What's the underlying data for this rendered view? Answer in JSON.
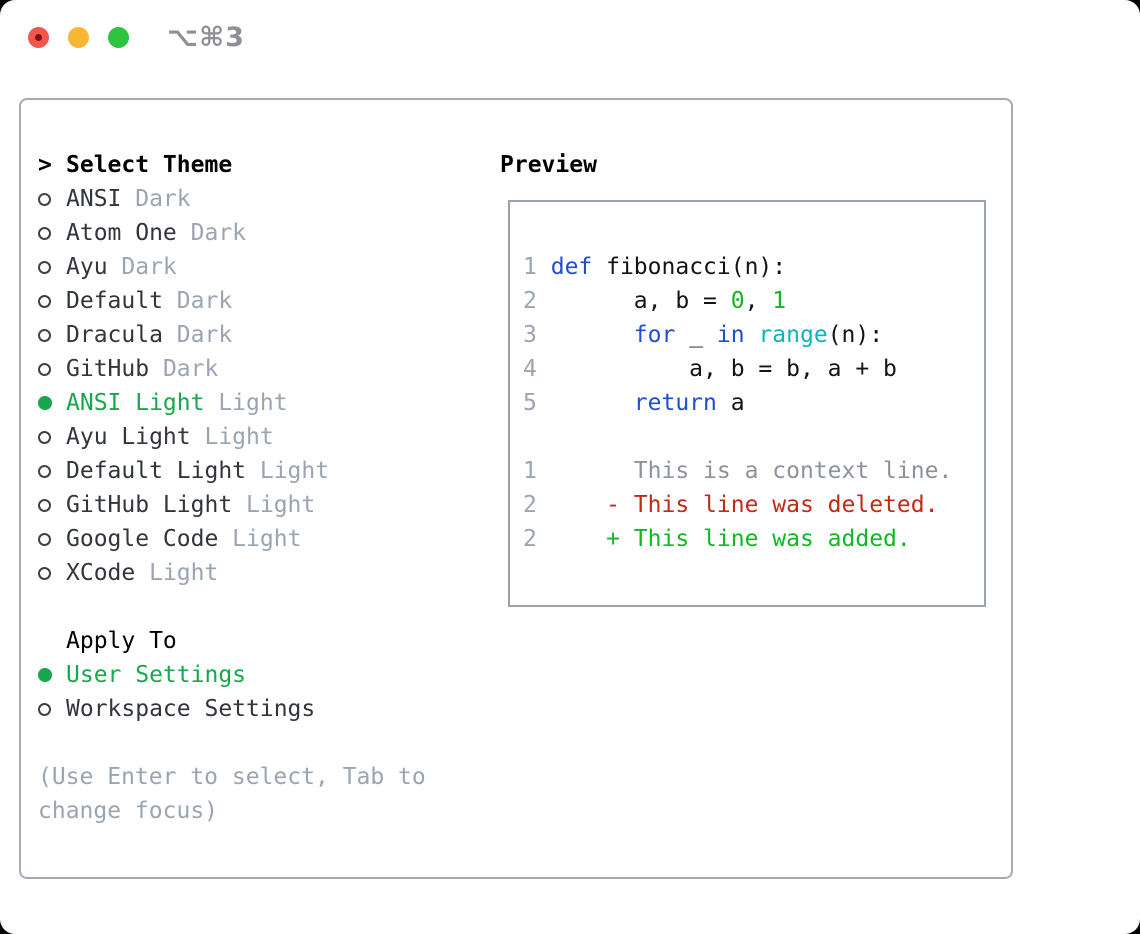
{
  "window": {
    "title_shortcut": "⌥⌘3"
  },
  "colors": {
    "red_light": "#f4554c",
    "yellow_light": "#f7b633",
    "green_light": "#2fc342",
    "panel_border": "#a4abb6",
    "box_border": "#9aa2ae",
    "item": "#31353c",
    "muted": "#9ba4b1",
    "sel": "#17a74d",
    "kw": "#1f4fd1",
    "builtin": "#0cb4c2",
    "num": "#13b521",
    "ctx": "#8d929b",
    "del": "#c22a17",
    "add": "#0eba22",
    "lnum": "#9ba4b1"
  },
  "theme_selector": {
    "header_prefix": ">",
    "header": "Select Theme",
    "items": [
      {
        "name": "ANSI",
        "tag": "Dark",
        "selected": false
      },
      {
        "name": "Atom One",
        "tag": "Dark",
        "selected": false
      },
      {
        "name": "Ayu",
        "tag": "Dark",
        "selected": false
      },
      {
        "name": "Default",
        "tag": "Dark",
        "selected": false
      },
      {
        "name": "Dracula",
        "tag": "Dark",
        "selected": false
      },
      {
        "name": "GitHub",
        "tag": "Dark",
        "selected": false
      },
      {
        "name": "ANSI Light",
        "tag": "Light",
        "selected": true
      },
      {
        "name": "Ayu Light",
        "tag": "Light",
        "selected": false
      },
      {
        "name": "Default Light",
        "tag": "Light",
        "selected": false
      },
      {
        "name": "GitHub Light",
        "tag": "Light",
        "selected": false
      },
      {
        "name": "Google Code",
        "tag": "Light",
        "selected": false
      },
      {
        "name": "XCode",
        "tag": "Light",
        "selected": false
      }
    ]
  },
  "apply_to": {
    "header": "Apply To",
    "options": [
      {
        "label": "User Settings",
        "selected": true
      },
      {
        "label": "Workspace Settings",
        "selected": false
      }
    ]
  },
  "help_text": "(Use Enter to select, Tab to change focus)",
  "preview": {
    "header": "Preview",
    "code_lines": [
      {
        "num": "1",
        "segments": [
          {
            "t": " ",
            "c": "fg"
          },
          {
            "t": "def",
            "c": "kw"
          },
          {
            "t": " fibonacci(n):",
            "c": "fg"
          }
        ]
      },
      {
        "num": "2",
        "segments": [
          {
            "t": "       a, b = ",
            "c": "fg"
          },
          {
            "t": "0",
            "c": "num"
          },
          {
            "t": ", ",
            "c": "fg"
          },
          {
            "t": "1",
            "c": "num"
          }
        ]
      },
      {
        "num": "3",
        "segments": [
          {
            "t": "       ",
            "c": "fg"
          },
          {
            "t": "for",
            "c": "kw"
          },
          {
            "t": " _ ",
            "c": "fg"
          },
          {
            "t": "in",
            "c": "kw"
          },
          {
            "t": " ",
            "c": "fg"
          },
          {
            "t": "range",
            "c": "builtin"
          },
          {
            "t": "(n):",
            "c": "fg"
          }
        ]
      },
      {
        "num": "4",
        "segments": [
          {
            "t": "           a, b = b, a + b",
            "c": "fg"
          }
        ]
      },
      {
        "num": "5",
        "segments": [
          {
            "t": "       ",
            "c": "fg"
          },
          {
            "t": "return",
            "c": "kw"
          },
          {
            "t": " a",
            "c": "fg"
          }
        ]
      }
    ],
    "diff_lines": [
      {
        "num": "1",
        "segments": [
          {
            "t": "       This is a context line.",
            "c": "ctx"
          }
        ]
      },
      {
        "num": "2",
        "segments": [
          {
            "t": "     - This line was deleted.",
            "c": "del"
          }
        ]
      },
      {
        "num": "2",
        "segments": [
          {
            "t": "     + This line was added.",
            "c": "add"
          }
        ]
      }
    ]
  }
}
